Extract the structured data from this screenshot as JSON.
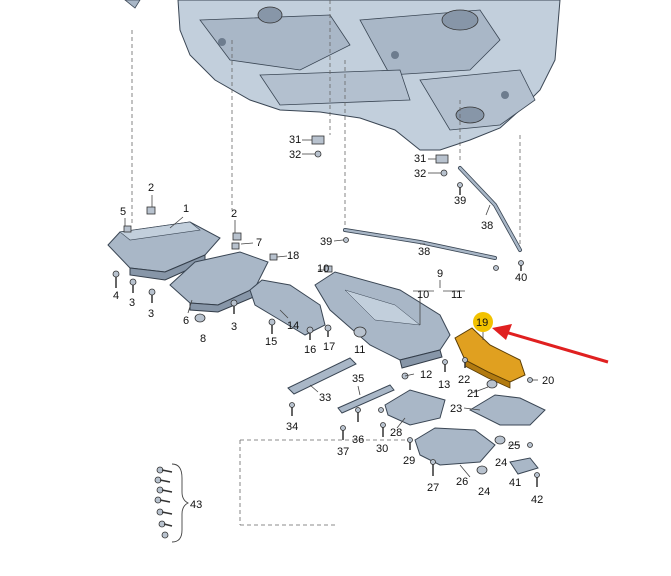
{
  "callouts": [
    {
      "id": "c1",
      "text": "1"
    },
    {
      "id": "c2a",
      "text": "2"
    },
    {
      "id": "c2b",
      "text": "2"
    },
    {
      "id": "c3a",
      "text": "3"
    },
    {
      "id": "c3b",
      "text": "3"
    },
    {
      "id": "c3c",
      "text": "3"
    },
    {
      "id": "c4",
      "text": "4"
    },
    {
      "id": "c5",
      "text": "5"
    },
    {
      "id": "c6",
      "text": "6"
    },
    {
      "id": "c7",
      "text": "7"
    },
    {
      "id": "c8",
      "text": "8"
    },
    {
      "id": "c9",
      "text": "9"
    },
    {
      "id": "c10a",
      "text": "10"
    },
    {
      "id": "c10b",
      "text": "10"
    },
    {
      "id": "c11a",
      "text": "11"
    },
    {
      "id": "c11b",
      "text": "11"
    },
    {
      "id": "c12",
      "text": "12"
    },
    {
      "id": "c13",
      "text": "13"
    },
    {
      "id": "c14",
      "text": "14"
    },
    {
      "id": "c15",
      "text": "15"
    },
    {
      "id": "c16",
      "text": "16"
    },
    {
      "id": "c17",
      "text": "17"
    },
    {
      "id": "c18",
      "text": "18"
    },
    {
      "id": "c19",
      "text": "19"
    },
    {
      "id": "c20",
      "text": "20"
    },
    {
      "id": "c21",
      "text": "21"
    },
    {
      "id": "c22",
      "text": "22"
    },
    {
      "id": "c23",
      "text": "23"
    },
    {
      "id": "c24a",
      "text": "24"
    },
    {
      "id": "c24b",
      "text": "24"
    },
    {
      "id": "c25",
      "text": "25"
    },
    {
      "id": "c26",
      "text": "26"
    },
    {
      "id": "c27",
      "text": "27"
    },
    {
      "id": "c28",
      "text": "28"
    },
    {
      "id": "c29",
      "text": "29"
    },
    {
      "id": "c30",
      "text": "30"
    },
    {
      "id": "c31a",
      "text": "31"
    },
    {
      "id": "c31b",
      "text": "31"
    },
    {
      "id": "c32a",
      "text": "32"
    },
    {
      "id": "c32b",
      "text": "32"
    },
    {
      "id": "c33",
      "text": "33"
    },
    {
      "id": "c34",
      "text": "34"
    },
    {
      "id": "c35",
      "text": "35"
    },
    {
      "id": "c36",
      "text": "36"
    },
    {
      "id": "c37",
      "text": "37"
    },
    {
      "id": "c38a",
      "text": "38"
    },
    {
      "id": "c38b",
      "text": "38"
    },
    {
      "id": "c39a",
      "text": "39"
    },
    {
      "id": "c39b",
      "text": "39"
    },
    {
      "id": "c40",
      "text": "40"
    },
    {
      "id": "c41",
      "text": "41"
    },
    {
      "id": "c42",
      "text": "42"
    },
    {
      "id": "c43",
      "text": "43"
    }
  ],
  "highlight": {
    "part_number": "19",
    "color": "#e0a020",
    "badge_color": "#f2c200",
    "arrow_color": "#e02020"
  },
  "colors": {
    "body": "#c2cfdc",
    "panel": "#a9b7c7",
    "panel_dark": "#8796a8",
    "line": "#3a4654"
  }
}
